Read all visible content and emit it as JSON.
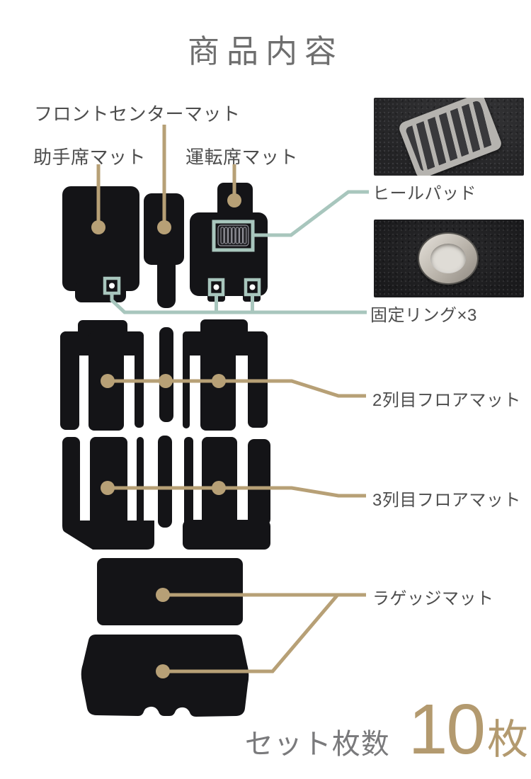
{
  "title": "商品内容",
  "diagram": {
    "front_labels": {
      "front_center_mat": "フロントセンターマット",
      "passenger_mat": "助手席マット",
      "driver_mat": "運転席マット"
    },
    "callouts": {
      "heel_pad": "ヒールパッド",
      "fixing_ring": "固定リング×3",
      "row2_mat": "2列目フロアマット",
      "row3_mat": "3列目フロアマット",
      "luggage_mat": "ラゲッジマット"
    }
  },
  "footer": {
    "set_label": "セット枚数",
    "count_value": "10",
    "count_unit": "枚"
  },
  "colors": {
    "tan_accent": "#b7a076",
    "teal_accent": "#a8c6bd",
    "gold_number": "#b39a6f",
    "label_text": "#4d4d4d",
    "title_text": "#6e6e6e",
    "mat_black": "#141417",
    "background": "#ffffff"
  }
}
